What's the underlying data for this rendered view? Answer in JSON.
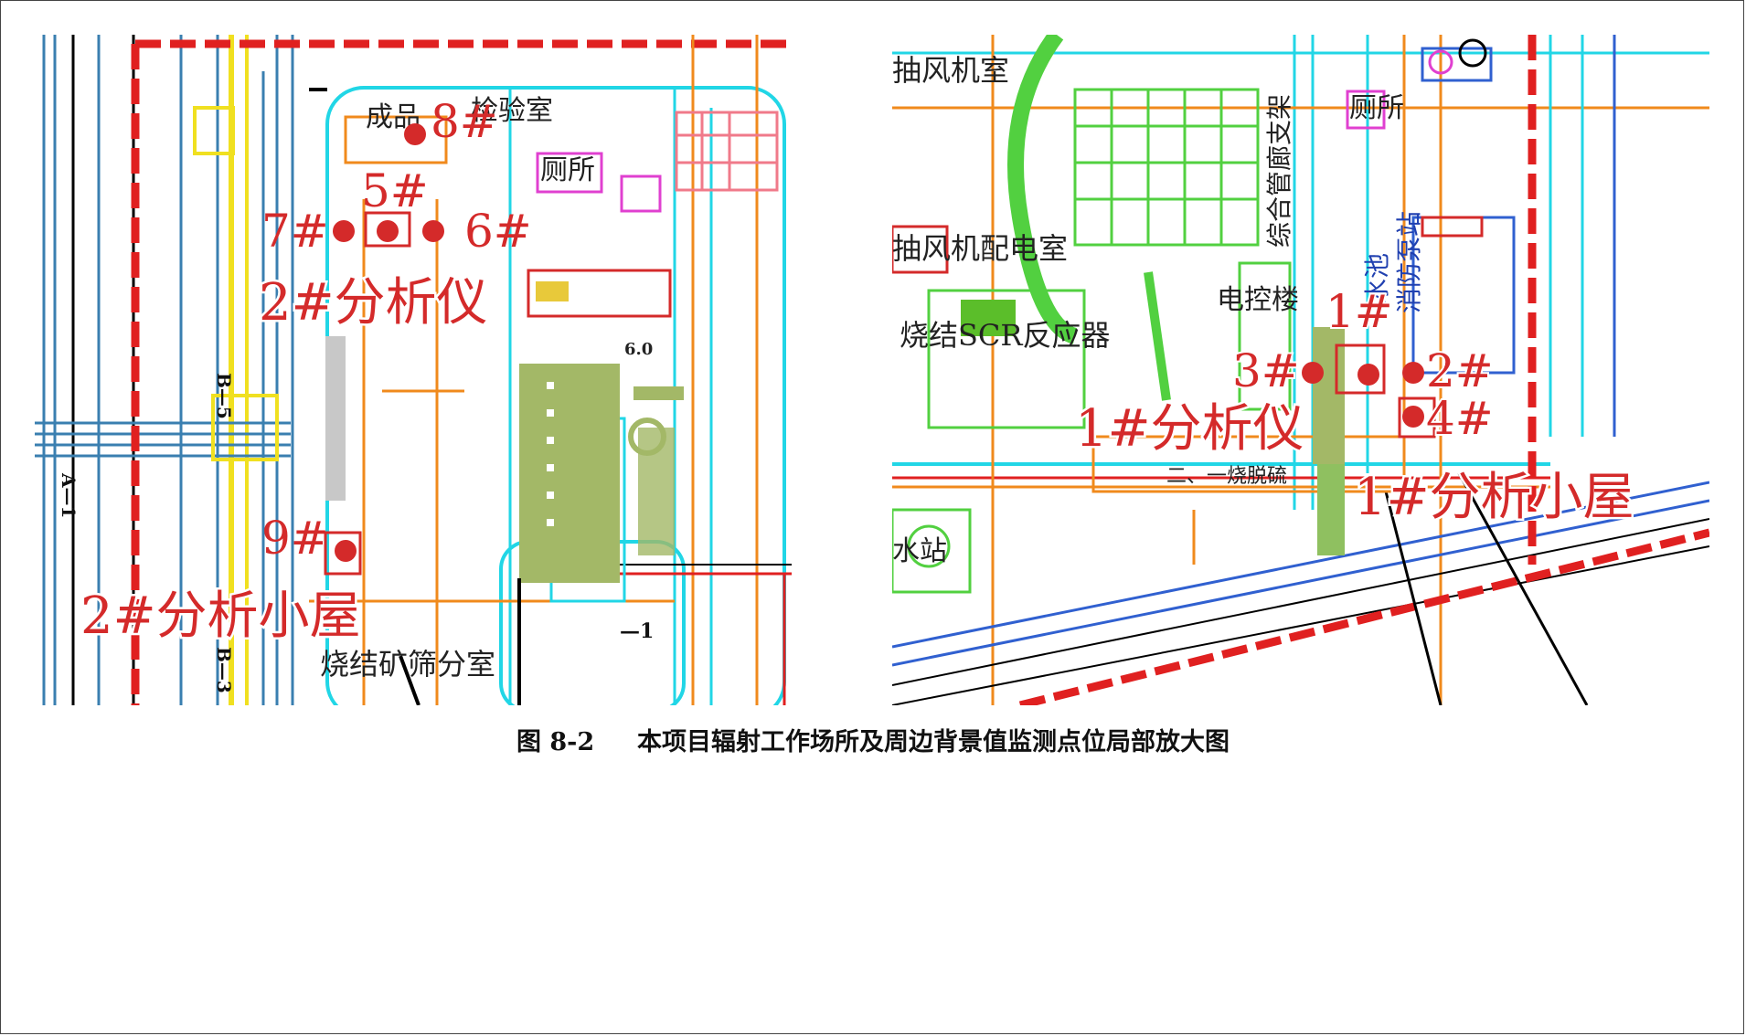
{
  "left_map": {
    "building_labels": {
      "finished_goods": "成品",
      "lab": "检验室",
      "toilet": "厕所",
      "sinter_analysis_room": "烧结矿筛分室",
      "b5": "B—5",
      "a1": "A—1",
      "e1": "—1",
      "b3": "B—3",
      "small_60": "6.0"
    },
    "points": [
      "8#",
      "5#",
      "7#",
      "6#",
      "9#"
    ],
    "analyzer_label": "2#分析仪",
    "hut_label": "2#分析小屋"
  },
  "right_map": {
    "building_labels": {
      "fan_room": "抽风机室",
      "toilet": "厕所",
      "fan_power_room": "抽风机配电室",
      "scr_reactor": "烧结SCR反应器",
      "control_building": "电控楼",
      "pipe_rack": "综合管廊支架",
      "pump_station_1": "水池",
      "pump_station_2": "消防泵站",
      "water_station": "水站",
      "small_text": "二、一烧脱硫"
    },
    "points": [
      "1#",
      "3#",
      "2#",
      "4#"
    ],
    "analyzer_label": "1#分析仪",
    "hut_label": "1#分析小屋"
  },
  "caption": {
    "figure_no": "图 8-2",
    "title": "本项目辐射工作场所及周边背景值监测点位局部放大图"
  },
  "colors": {
    "marker": "#d42a2a",
    "label": "#d42a2a",
    "cyan": "#21d6e6",
    "yellow": "#f0e020",
    "orange": "#f08a1c",
    "green": "#8bcf3c",
    "blue": "#3060a0"
  }
}
